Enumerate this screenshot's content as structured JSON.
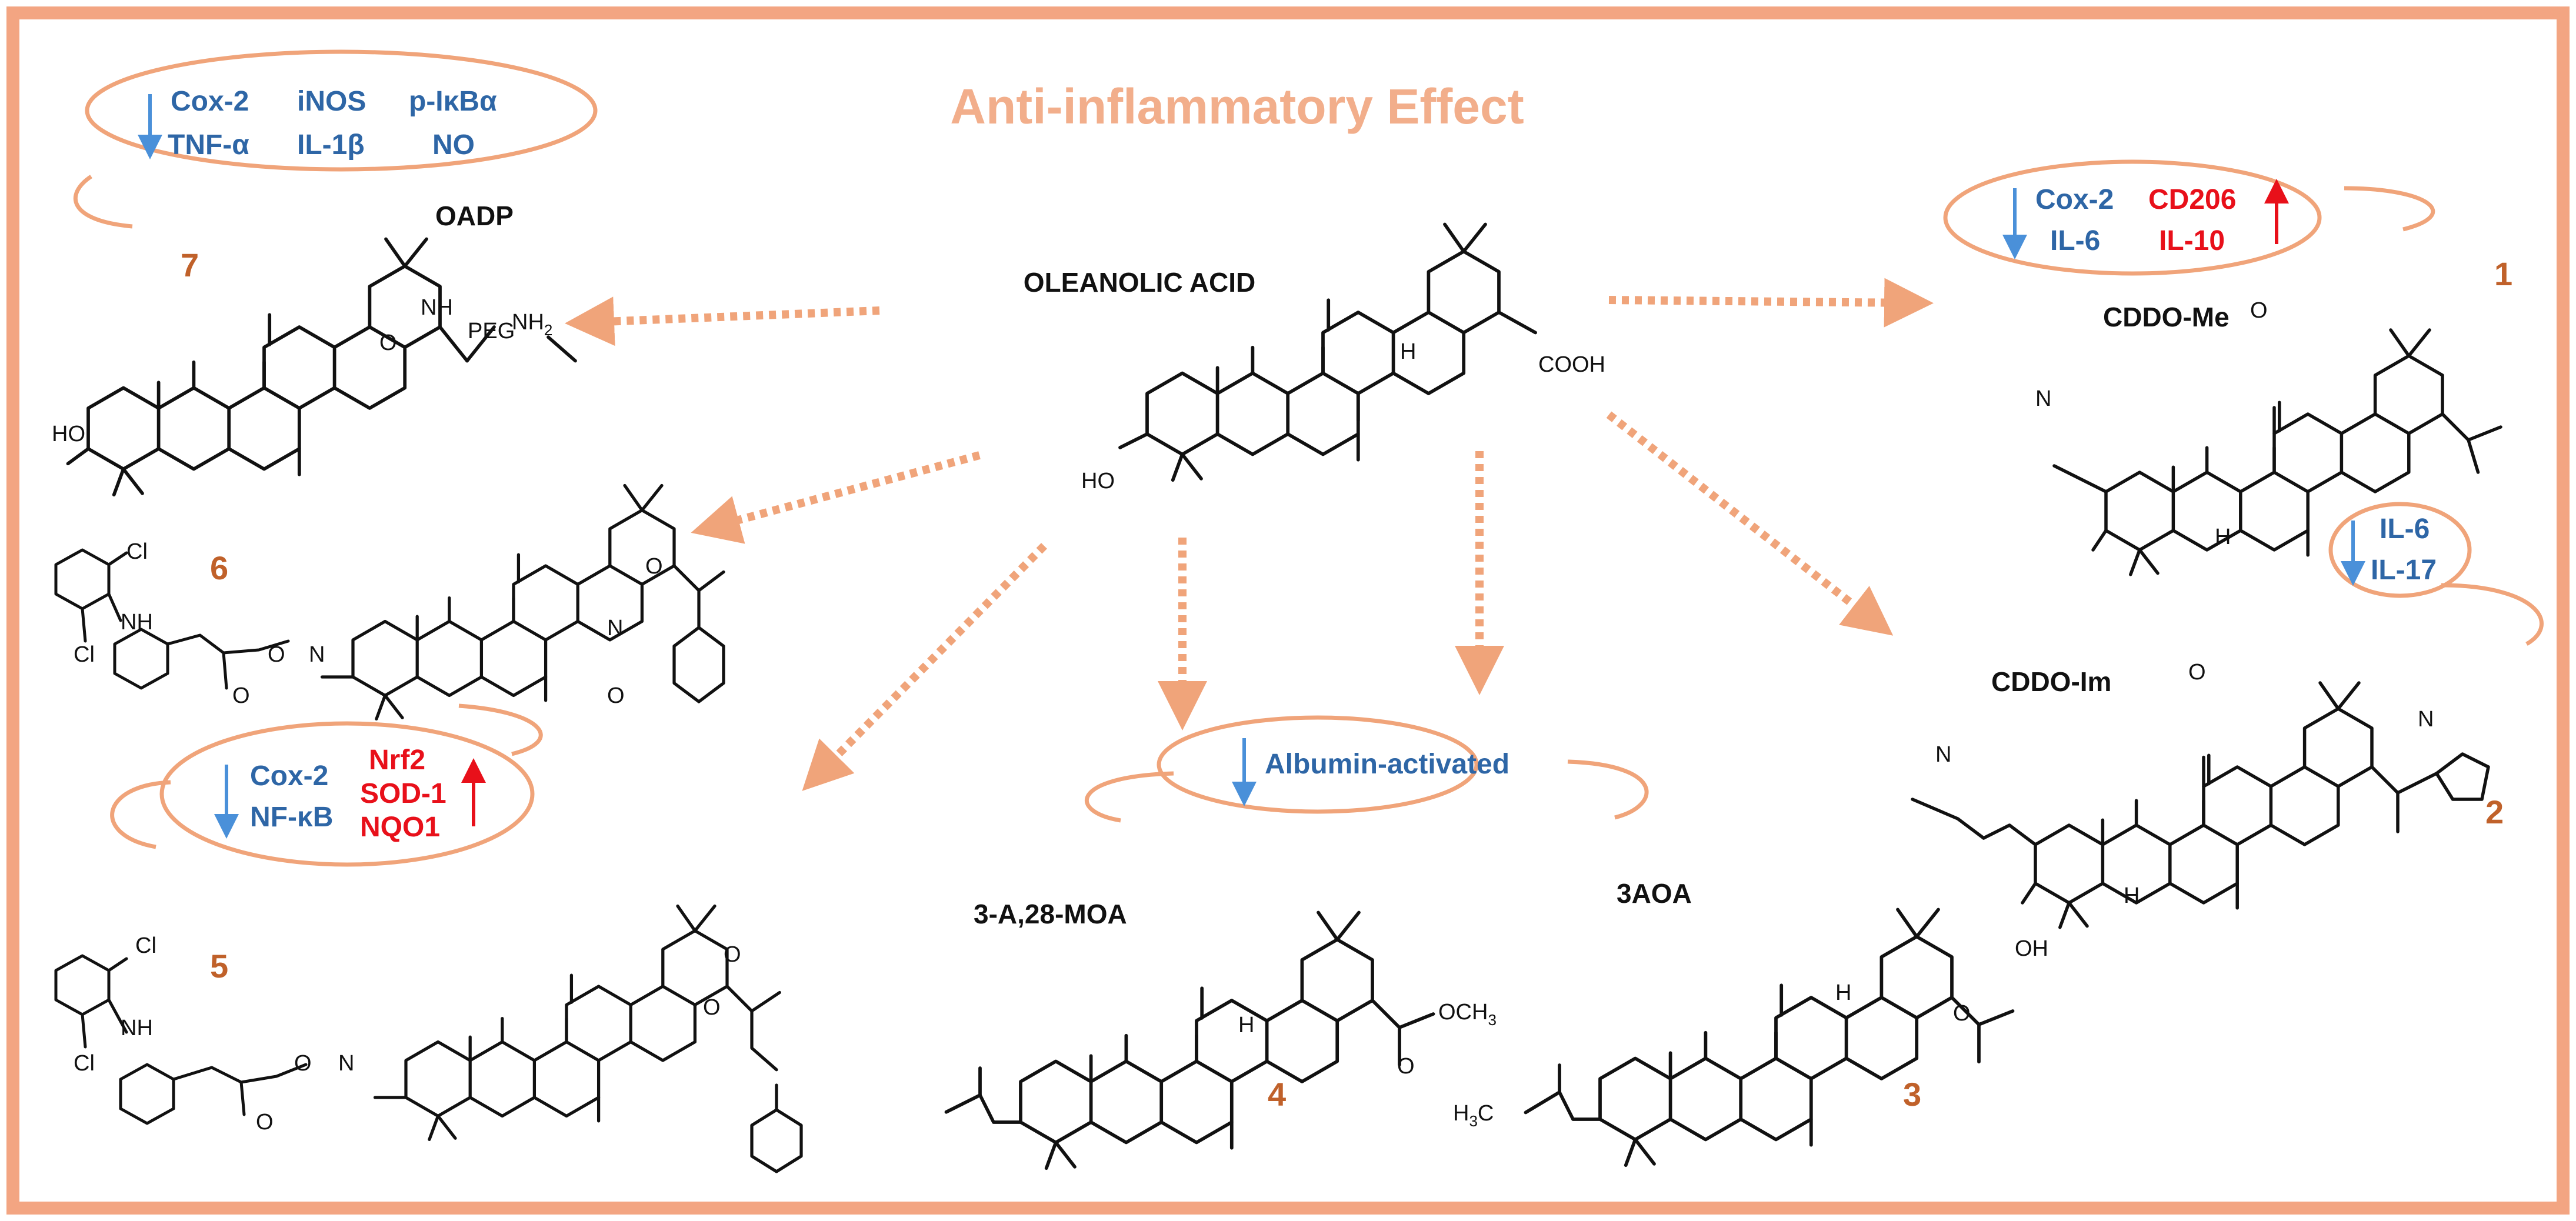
{
  "title": "Anti-inflammatory Effect",
  "colors": {
    "frame": "#F3A582",
    "accent": "#F0A47A",
    "title": "#F2AE8B",
    "down_text": "#2E66A6",
    "up_text": "#E8101A",
    "number": "#C0612A"
  },
  "center": {
    "name": "OLEANOLIC ACID",
    "atoms": {
      "cooh": "COOH",
      "ho": "HO",
      "h": "H"
    }
  },
  "compounds": [
    {
      "id": "c7",
      "number": "7",
      "name": "OADP",
      "atoms": {
        "nh": "NH",
        "peg": "PEG",
        "nh2": "NH",
        "nh2_sub": "2",
        "ho": "HO",
        "o": "O"
      }
    },
    {
      "id": "c6",
      "number": "6",
      "name": "",
      "atoms": {
        "cl1": "Cl",
        "cl2": "Cl",
        "nh": "NH",
        "o": "O",
        "n": "N",
        "o2": "O",
        "o3": "O",
        "n2": "N",
        "o4": "O"
      }
    },
    {
      "id": "c5",
      "number": "5",
      "name": "",
      "atoms": {
        "cl1": "Cl",
        "cl2": "Cl",
        "nh": "NH",
        "o": "O",
        "n": "N",
        "o2": "O",
        "o3": "O",
        "o4": "O"
      }
    },
    {
      "id": "c4",
      "number": "4",
      "name": "3-A,28-MOA",
      "atoms": {
        "och3": "OCH",
        "och3_sub": "3",
        "o": "O",
        "h": "H"
      }
    },
    {
      "id": "c3",
      "number": "3",
      "name": "3AOA",
      "atoms": {
        "oh": "OH",
        "o": "O",
        "h3c": "H",
        "h3c_sub": "3",
        "h3c_c": "C",
        "h": "H"
      }
    },
    {
      "id": "c2",
      "number": "2",
      "name": "CDDO-Im",
      "atoms": {
        "n": "N",
        "o": "O",
        "h": "H",
        "n2": "N"
      }
    },
    {
      "id": "c1",
      "number": "1",
      "name": "CDDO-Me",
      "atoms": {
        "n": "N",
        "o": "O",
        "h": "H"
      }
    }
  ],
  "effects": {
    "e7": {
      "down": [
        "Cox-2",
        "iNOS",
        "p-IκBα",
        "TNF-α",
        "IL-1β",
        "NO"
      ]
    },
    "e1": {
      "down": [
        "Cox-2",
        "IL-6"
      ],
      "up": [
        "CD206",
        "IL-10"
      ]
    },
    "e2": {
      "down": [
        "IL-6",
        "IL-17"
      ]
    },
    "e56": {
      "down": [
        "Cox-2",
        "NF-κB"
      ],
      "up": [
        "Nrf2",
        "SOD-1",
        "NQO1"
      ]
    },
    "e34": {
      "down": [
        "Albumin-activated"
      ]
    }
  }
}
